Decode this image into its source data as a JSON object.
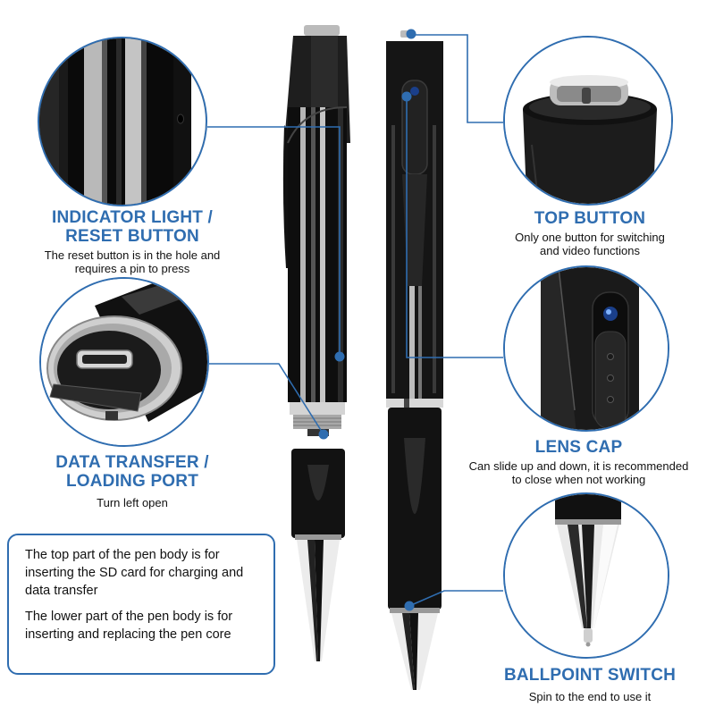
{
  "accent_color": "#2f6db0",
  "features": {
    "indicator": {
      "title_line1": "INDICATOR LIGHT /",
      "title_line2": "RESET BUTTON",
      "desc_line1": "The reset button is in the hole and",
      "desc_line2": "requires a pin to press"
    },
    "data_port": {
      "title_line1": "DATA TRANSFER /",
      "title_line2": "LOADING PORT",
      "desc_line1": "Turn left open"
    },
    "top_button": {
      "title_line1": "TOP BUTTON",
      "desc_line1": "Only one button for switching",
      "desc_line2": "and video functions"
    },
    "lens_cap": {
      "title_line1": "LENS CAP",
      "desc_line1": "Can slide up and down, it is recommended",
      "desc_line2": "to close when not working"
    },
    "ballpoint": {
      "title_line1": "BALLPOINT SWITCH",
      "desc_line1": "Spin to the end to use it"
    }
  },
  "info_box": {
    "paragraph1": "The top part of the pen body is for inserting the SD card for charging and data transfer",
    "paragraph2": "The lower part of the pen body is for inserting and replacing the pen core"
  },
  "icons": {
    "product": "spy-camera-pen",
    "detail_views": [
      "reset-hole-closeup",
      "usb-port-closeup",
      "top-button-closeup",
      "lens-closeup",
      "ballpoint-tip-closeup"
    ]
  }
}
